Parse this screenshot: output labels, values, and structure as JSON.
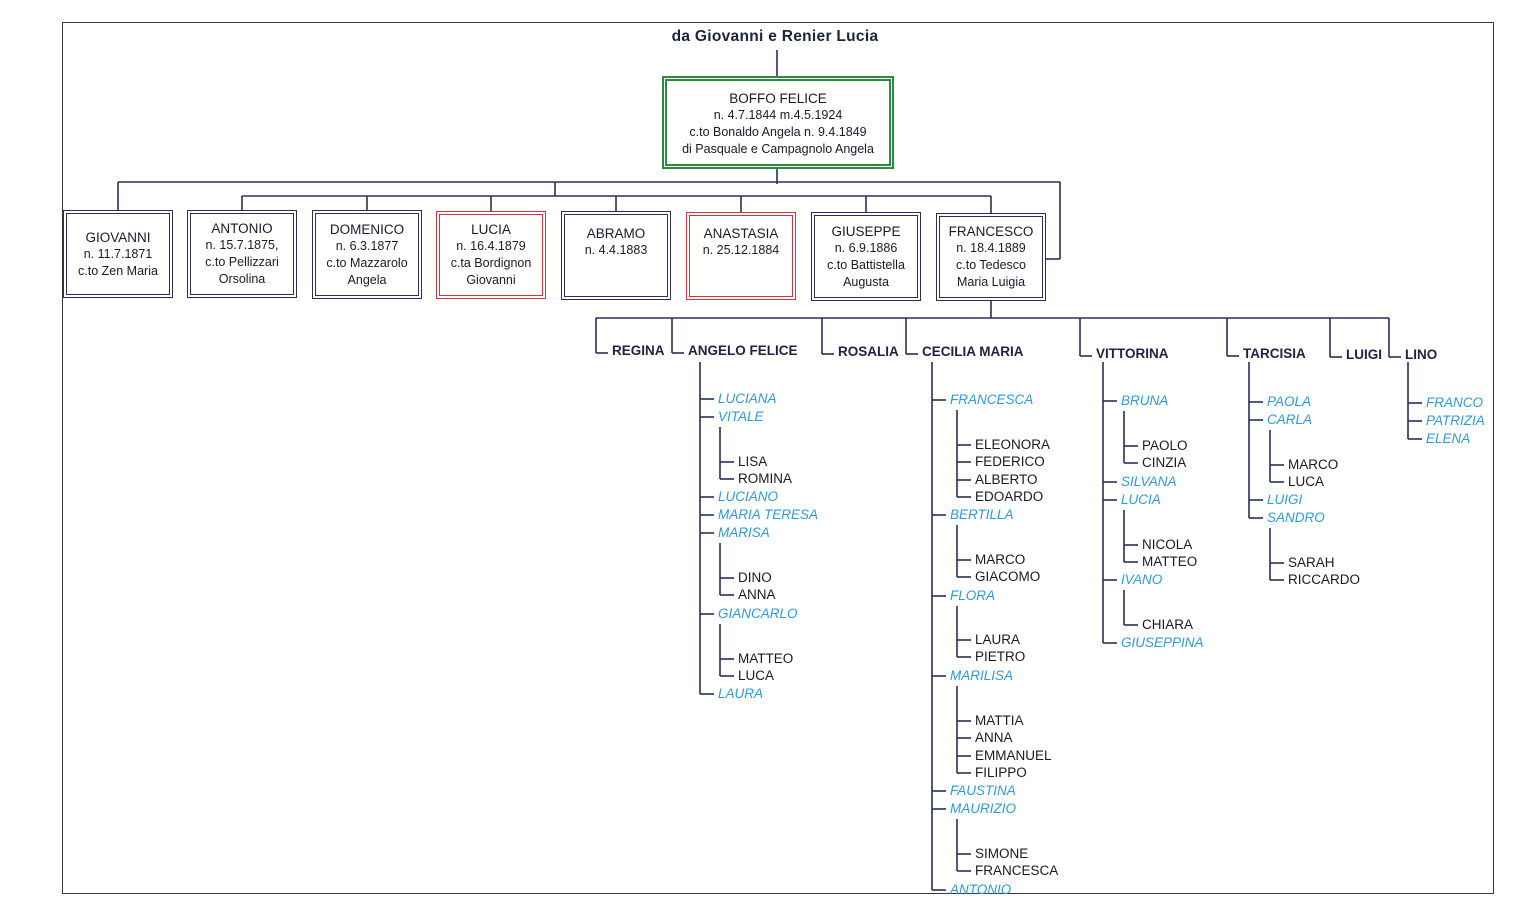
{
  "header": {
    "title": "da Giovanni e Renier Lucia"
  },
  "root": {
    "lines": [
      "BOFFO FELICE",
      "n. 4.7.1844  m.4.5.1924",
      "c.to Bonaldo Angela n. 9.4.1849",
      "di Pasquale e Campagnolo Angela"
    ],
    "color": "#2e8a3e"
  },
  "children": [
    {
      "lines": [
        "GIOVANNI",
        "n. 11.7.1871",
        "c.to Zen Maria"
      ],
      "color": "#2a2f56"
    },
    {
      "lines": [
        "ANTONIO",
        "n. 15.7.1875,",
        "c.to Pellizzari",
        "Orsolina"
      ],
      "color": "#2a2f56"
    },
    {
      "lines": [
        "DOMENICO",
        "n. 6.3.1877",
        "c.to Mazzarolo",
        "Angela"
      ],
      "color": "#2a2f56"
    },
    {
      "lines": [
        "LUCIA",
        "n. 16.4.1879",
        "c.ta Bordignon",
        "Giovanni"
      ],
      "color": "#d6333f"
    },
    {
      "lines": [
        "ABRAMO",
        "n. 4.4.1883"
      ],
      "color": "#2a2f56"
    },
    {
      "lines": [
        "ANASTASIA",
        "n. 25.12.1884"
      ],
      "color": "#d6333f"
    },
    {
      "lines": [
        "GIUSEPPE",
        "n. 6.9.1886",
        "c.to Battistella",
        "Augusta"
      ],
      "color": "#2a2f56"
    },
    {
      "lines": [
        "FRANCESCO",
        "n. 18.4.1889",
        "c.to Tedesco",
        "Maria Luigia"
      ],
      "color": "#2a2f56"
    }
  ],
  "grandchildren": [
    "REGINA",
    "ANGELO FELICE",
    "ROSALIA",
    "CECILIA MARIA",
    "VITTORINA",
    "TARCISIA",
    "LUIGI",
    "LINO"
  ],
  "branches": [
    {
      "parent": "ANGELO FELICE",
      "children": [
        {
          "name": "LUCIANA",
          "kids": []
        },
        {
          "name": "VITALE",
          "kids": [
            "LISA",
            "ROMINA"
          ]
        },
        {
          "name": "LUCIANO",
          "kids": []
        },
        {
          "name": "MARIA TERESA",
          "kids": []
        },
        {
          "name": "MARISA",
          "kids": [
            "DINO",
            "ANNA"
          ]
        },
        {
          "name": "GIANCARLO",
          "kids": [
            "MATTEO",
            "LUCA"
          ]
        },
        {
          "name": "LAURA",
          "kids": []
        }
      ]
    },
    {
      "parent": "CECILIA MARIA",
      "children": [
        {
          "name": "FRANCESCA",
          "kids": [
            "ELEONORA",
            "FEDERICO",
            "ALBERTO",
            "EDOARDO"
          ]
        },
        {
          "name": "BERTILLA",
          "kids": [
            "MARCO",
            "GIACOMO"
          ]
        },
        {
          "name": "FLORA",
          "kids": [
            "LAURA",
            "PIETRO"
          ]
        },
        {
          "name": "MARILISA",
          "kids": [
            "MATTIA",
            "ANNA",
            "EMMANUEL",
            "FILIPPO"
          ]
        },
        {
          "name": "FAUSTINA",
          "kids": []
        },
        {
          "name": "MAURIZIO",
          "kids": [
            "SIMONE",
            "FRANCESCA"
          ]
        },
        {
          "name": "ANTONIO",
          "kids": []
        }
      ]
    },
    {
      "parent": "VITTORINA",
      "children": [
        {
          "name": "BRUNA",
          "kids": [
            "PAOLO",
            "CINZIA"
          ]
        },
        {
          "name": "SILVANA",
          "kids": []
        },
        {
          "name": "LUCIA",
          "kids": [
            "NICOLA",
            "MATTEO"
          ]
        },
        {
          "name": "IVANO",
          "kids": [
            "CHIARA"
          ]
        },
        {
          "name": "GIUSEPPINA",
          "kids": []
        }
      ]
    },
    {
      "parent": "TARCISIA",
      "children": [
        {
          "name": "PAOLA",
          "kids": []
        },
        {
          "name": "CARLA",
          "kids": [
            "MARCO",
            "LUCA"
          ]
        },
        {
          "name": "LUIGI",
          "kids": []
        },
        {
          "name": "SANDRO",
          "kids": [
            "SARAH",
            "RICCARDO"
          ]
        }
      ]
    },
    {
      "parent": "LINO",
      "children": [
        {
          "name": "FRANCO",
          "kids": []
        },
        {
          "name": "PATRIZIA",
          "kids": []
        },
        {
          "name": "ELENA",
          "kids": []
        }
      ]
    }
  ],
  "colors": {
    "line": "#2a2f56",
    "child_text": "#2f9ad8",
    "gchild_text": "#1a1a22",
    "label": "#1c2340"
  }
}
